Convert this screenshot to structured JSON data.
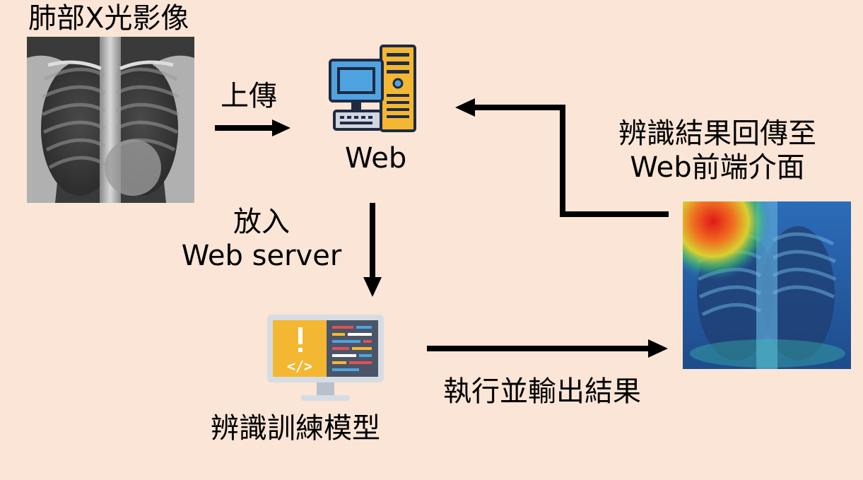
{
  "labels": {
    "xray_title": "肺部X光影像",
    "upload": "上傳",
    "web": "Web",
    "put_into_1": "放入",
    "put_into_2": "Web server",
    "return_1": "辨識結果回傳至",
    "return_2": "Web前端介面",
    "execute": "執行並輸出結果",
    "model": "辨識訓練模型"
  },
  "icons": {
    "xray": "chest-xray-image",
    "computer": "desktop-computer-icon",
    "code_monitor": "code-monitor-icon",
    "heatmap": "heatmap-xray-image"
  },
  "colors": {
    "background": "#FBE5D6",
    "arrow": "#000000",
    "icon_yellow": "#F4B731",
    "icon_blue": "#4FA3E0",
    "icon_navy": "#1F2A44"
  }
}
